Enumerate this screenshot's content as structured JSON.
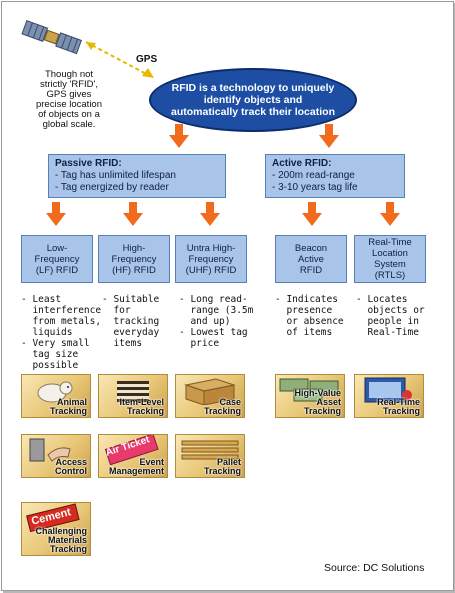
{
  "gps": {
    "label": "GPS",
    "caption": "Though not\nstrictly 'RFID',\nGPS gives\nprecise location\nof objects on a\nglobal scale."
  },
  "central": "RFID is a technology to uniquely identify objects and automatically track their location",
  "passive": {
    "title": "Passive RFID:",
    "items": [
      "- Tag has unlimited lifespan",
      "- Tag energized by reader"
    ]
  },
  "active": {
    "title": "Active RFID:",
    "items": [
      "- 200m read-range",
      "- 3-10 years tag life"
    ]
  },
  "categories": [
    {
      "label": "Low-\nFrequency\n(LF) RFID",
      "desc": "- Least\n  interference\n  from metals,\n  liquids\n- Very small\n  tag size\n  possible"
    },
    {
      "label": "High-\nFrequency\n(HF) RFID",
      "desc": "- Suitable\n  for\n  tracking\n  everyday\n  items"
    },
    {
      "label": "Untra High-\nFrequency\n(UHF) RFID",
      "desc": "- Long read-\n  range (3.5m\n  and up)\n- Lowest tag\n  price"
    },
    {
      "label": "Beacon\nActive\nRFID",
      "desc": "- Indicates\n  presence\n  or absence\n  of items"
    },
    {
      "label": "Real-Time\nLocation\nSystem\n(RTLS)",
      "desc": "- Locates\n  objects or\n  people in\n  Real-Time"
    }
  ],
  "tiles": {
    "animal": "Animal\nTracking",
    "item_level": "Item-Level\nTracking",
    "case": "Case\nTracking",
    "high_value": "High-Value\nAsset\nTracking",
    "real_time": "Real-Time\nTracking",
    "access": "Access\nControl",
    "event": "Event\nManagement",
    "pallet": "Pallet\nTracking",
    "challenging": "Challenging\nMaterials\nTracking"
  },
  "tile_overlay_text": {
    "air_ticket": "Air Ticket",
    "cement": "Cement"
  },
  "source": "Source: DC Solutions",
  "colors": {
    "oval": "#1d4ea3",
    "box": "#a8c4e8",
    "arrow": "#f26b1d",
    "tile": "#e8c777"
  }
}
